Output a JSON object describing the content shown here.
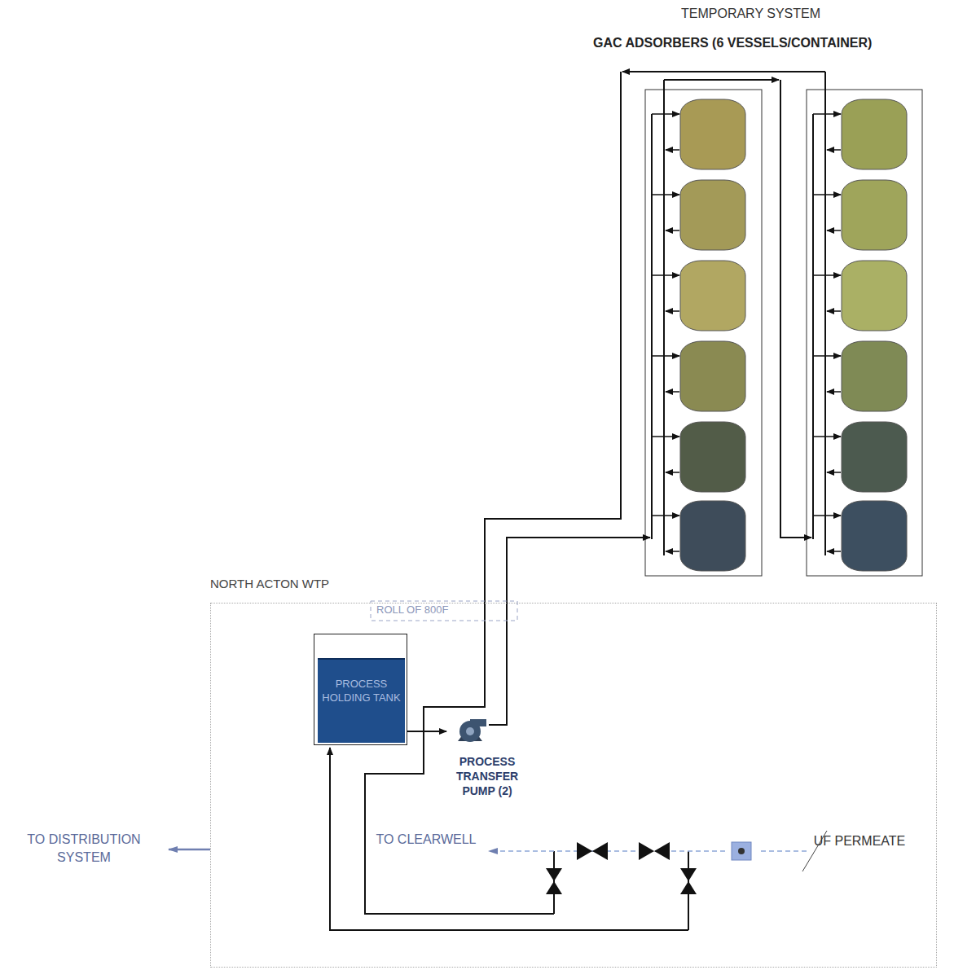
{
  "diagram": {
    "nodes": [
      {
        "text": [
          "NORTH ACTON WTP"
        ]
      },
      {
        "text": [
          "PROCESS HOLDING TANK"
        ],
        "in": 0
      },
      {
        "text": [
          "PROCESS TRANSFER PUMP (2)"
        ],
        "in": 0
      }
    ],
    "edges": [
      {
        "from": 1,
        "to": 2,
        "arrow": "to"
      }
    ],
    "labels": [
      "TEMPORARY SYSTEM",
      "GAC ADSORBERS (6 VESSELS/CONTAINER)",
      "ROLL OF 800F",
      "TO DISTRIBUTION SYSTEM",
      "TO CLEARWELL",
      "UF PERMEATE"
    ]
  }
}
